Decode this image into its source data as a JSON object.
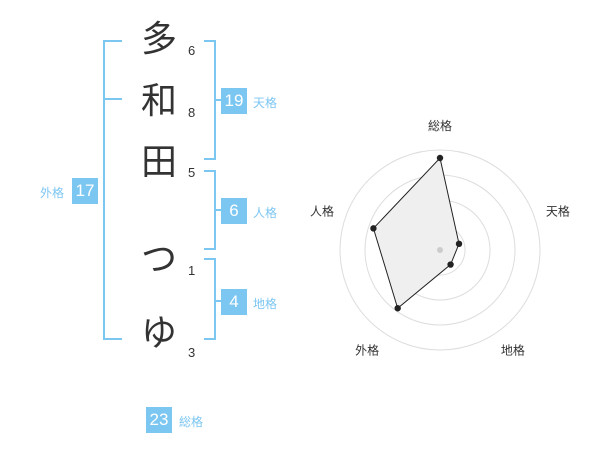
{
  "name": {
    "characters": [
      {
        "char": "多",
        "strokes": "6"
      },
      {
        "char": "和",
        "strokes": "8"
      },
      {
        "char": "田",
        "strokes": "5"
      },
      {
        "char": "つ",
        "strokes": "1"
      },
      {
        "char": "ゆ",
        "strokes": "3"
      }
    ]
  },
  "scores": {
    "tenkaku": {
      "value": "19",
      "label": "天格"
    },
    "jinkaku": {
      "value": "6",
      "label": "人格"
    },
    "chikaku": {
      "value": "4",
      "label": "地格"
    },
    "gaikaku": {
      "value": "17",
      "label": "外格"
    },
    "soukaku": {
      "value": "23",
      "label": "総格"
    }
  },
  "colors": {
    "accent": "#7cc6f2",
    "text": "#333333",
    "radar_fill": "#efefef",
    "radar_line": "#222222",
    "grid": "#dddddd"
  },
  "chart_data": {
    "type": "radar",
    "axes": [
      "総格",
      "天格",
      "地格",
      "外格",
      "人格"
    ],
    "values": [
      0.92,
      0.2,
      0.18,
      0.72,
      0.7
    ],
    "rings": 4,
    "max": 1
  }
}
